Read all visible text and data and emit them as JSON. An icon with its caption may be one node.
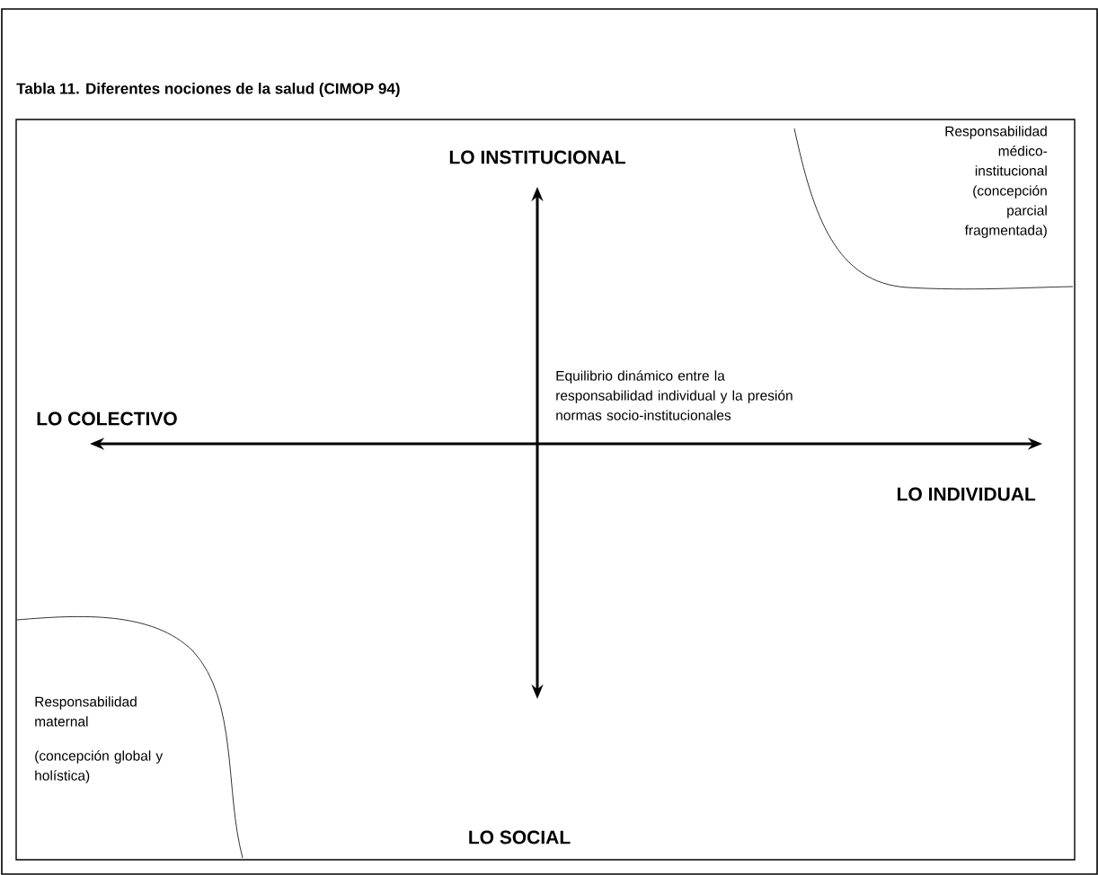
{
  "diagram": {
    "title": "Tabla 11. Diferentes nociones de la salud (CIMOP 94)",
    "labels": [
      "LO INSTITUCIONAL",
      "Responsabilidad médico-institucional",
      "(concepción parcial fragmentada)",
      "Equilibrio dinámico entre la responsabilidad individual y la presión normas socio-institucionales",
      "LO COLECTIVO",
      "LO INDIVIDUAL",
      "Responsabilidad maternal",
      "(concepción global y holística)",
      "LO SOCIAL"
    ]
  }
}
